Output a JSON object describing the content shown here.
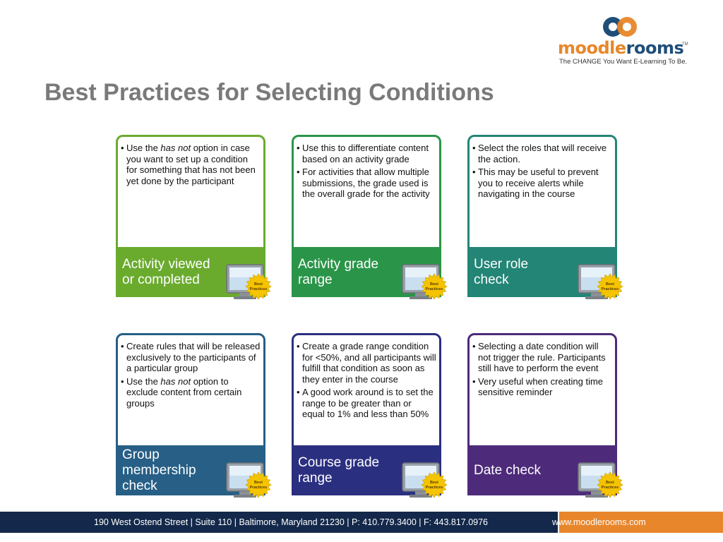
{
  "logo": {
    "brand_part1": "moodle",
    "brand_part2": "rooms",
    "tm": "TM",
    "tagline": "The CHANGE You Want E-Learning To Be."
  },
  "title": "Best Practices for Selecting Conditions",
  "badge": {
    "line1": "Best",
    "line2": "Practices"
  },
  "cards": [
    {
      "color": "#6aab2e",
      "footer": "Activity viewed or completed",
      "bullets": [
        {
          "pre": "Use the ",
          "em": "has not",
          "post": " option in case you want to set up a condition for something that has not been yet done by the participant"
        }
      ]
    },
    {
      "color": "#2a9548",
      "footer": "Activity grade range",
      "bullets": [
        {
          "text": "Use this to differentiate content based on an activity grade"
        },
        {
          "text": "For activities that allow multiple submissions, the grade used is the overall grade for the activity"
        }
      ]
    },
    {
      "color": "#238576",
      "footer": "User role check",
      "bullets": [
        {
          "text": "Select the roles that will receive the action."
        },
        {
          "text": "This may be useful to prevent you to receive alerts while navigating in the course"
        }
      ]
    },
    {
      "color": "#275f86",
      "footer": "Group membership check",
      "bullets": [
        {
          "text": "Create rules that will be released exclusively to the participants of a particular group"
        },
        {
          "pre": "Use the ",
          "em": "has not",
          "post": " option to exclude content from certain groups"
        }
      ]
    },
    {
      "color": "#2b2f80",
      "footer": "Course grade range",
      "bullets": [
        {
          "text": "Create a grade range condition for <50%, and all participants will fulfill that condition as soon as they enter in the course"
        },
        {
          "text": " A good work around is to set the range to be greater than or equal to 1% and less than 50%"
        }
      ]
    },
    {
      "color": "#4e2a7a",
      "footer": "Date check",
      "bullets": [
        {
          "text": "Selecting a  date condition will not trigger the rule. Participants still have to perform the event"
        },
        {
          "text": "Very useful when creating time sensitive reminder"
        }
      ]
    }
  ],
  "footer": {
    "address": "190 West Ostend Street | Suite 110 | Baltimore, Maryland 21230 | P: 410.779.3400 | F: 443.817.0976",
    "url": "www.moodlerooms.com"
  }
}
